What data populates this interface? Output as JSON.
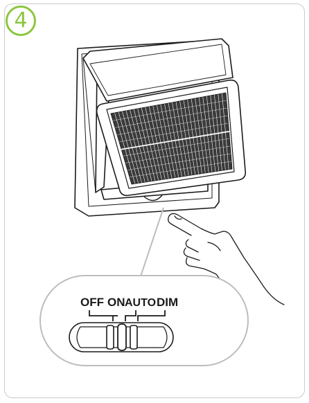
{
  "step": {
    "number": "4",
    "badge_color": "#8cc63f"
  },
  "switch": {
    "labels": [
      "OFF",
      "ON",
      "AUTO",
      "DIM"
    ],
    "position": "ON"
  },
  "icons": {
    "device": "solar-light-icon",
    "hand": "pointing-hand-icon",
    "switch": "slide-switch-icon"
  },
  "colors": {
    "frame_border": "#c9c9c9",
    "line_art": "#1a1a1a",
    "callout": "#bdbdbd"
  }
}
